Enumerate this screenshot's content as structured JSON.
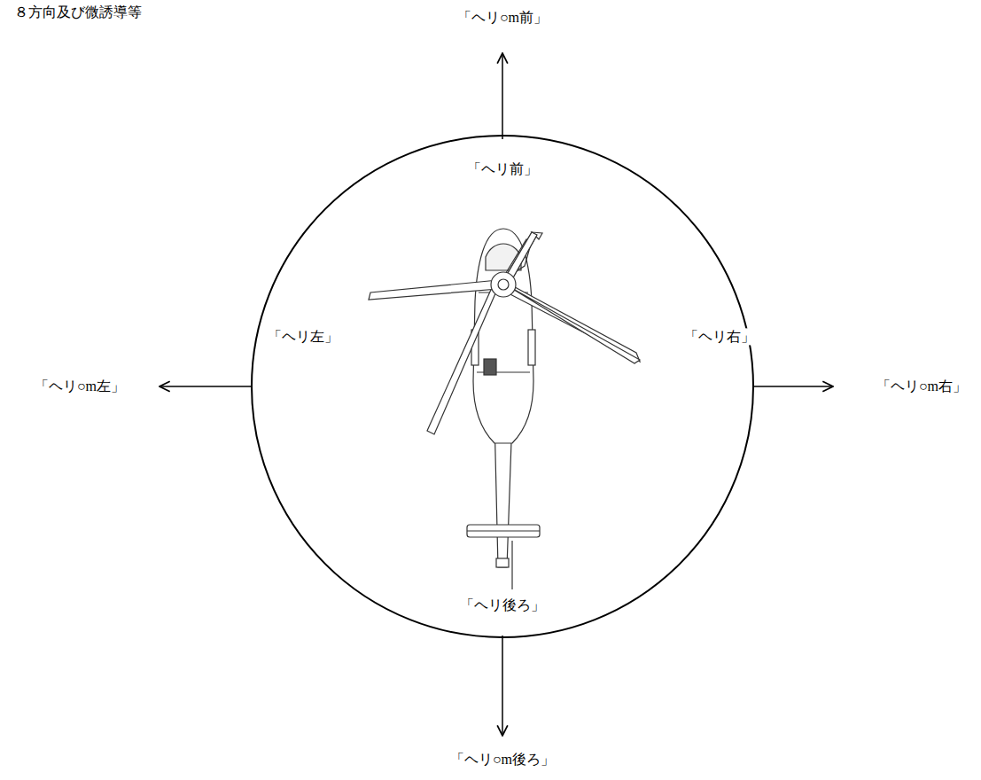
{
  "diagram": {
    "title": "８方向及び微誘導等",
    "nodes": [
      {
        "text": [
          "「ヘリ前」",
          "「ヘリ左」",
          "「ヘリ右」",
          "「ヘリ後ろ」"
        ]
      }
    ],
    "labels": [
      "「ヘリ○m前」",
      "「ヘリ○m左」",
      "「ヘリ○m右」",
      "「ヘリ○m後ろ」"
    ]
  }
}
